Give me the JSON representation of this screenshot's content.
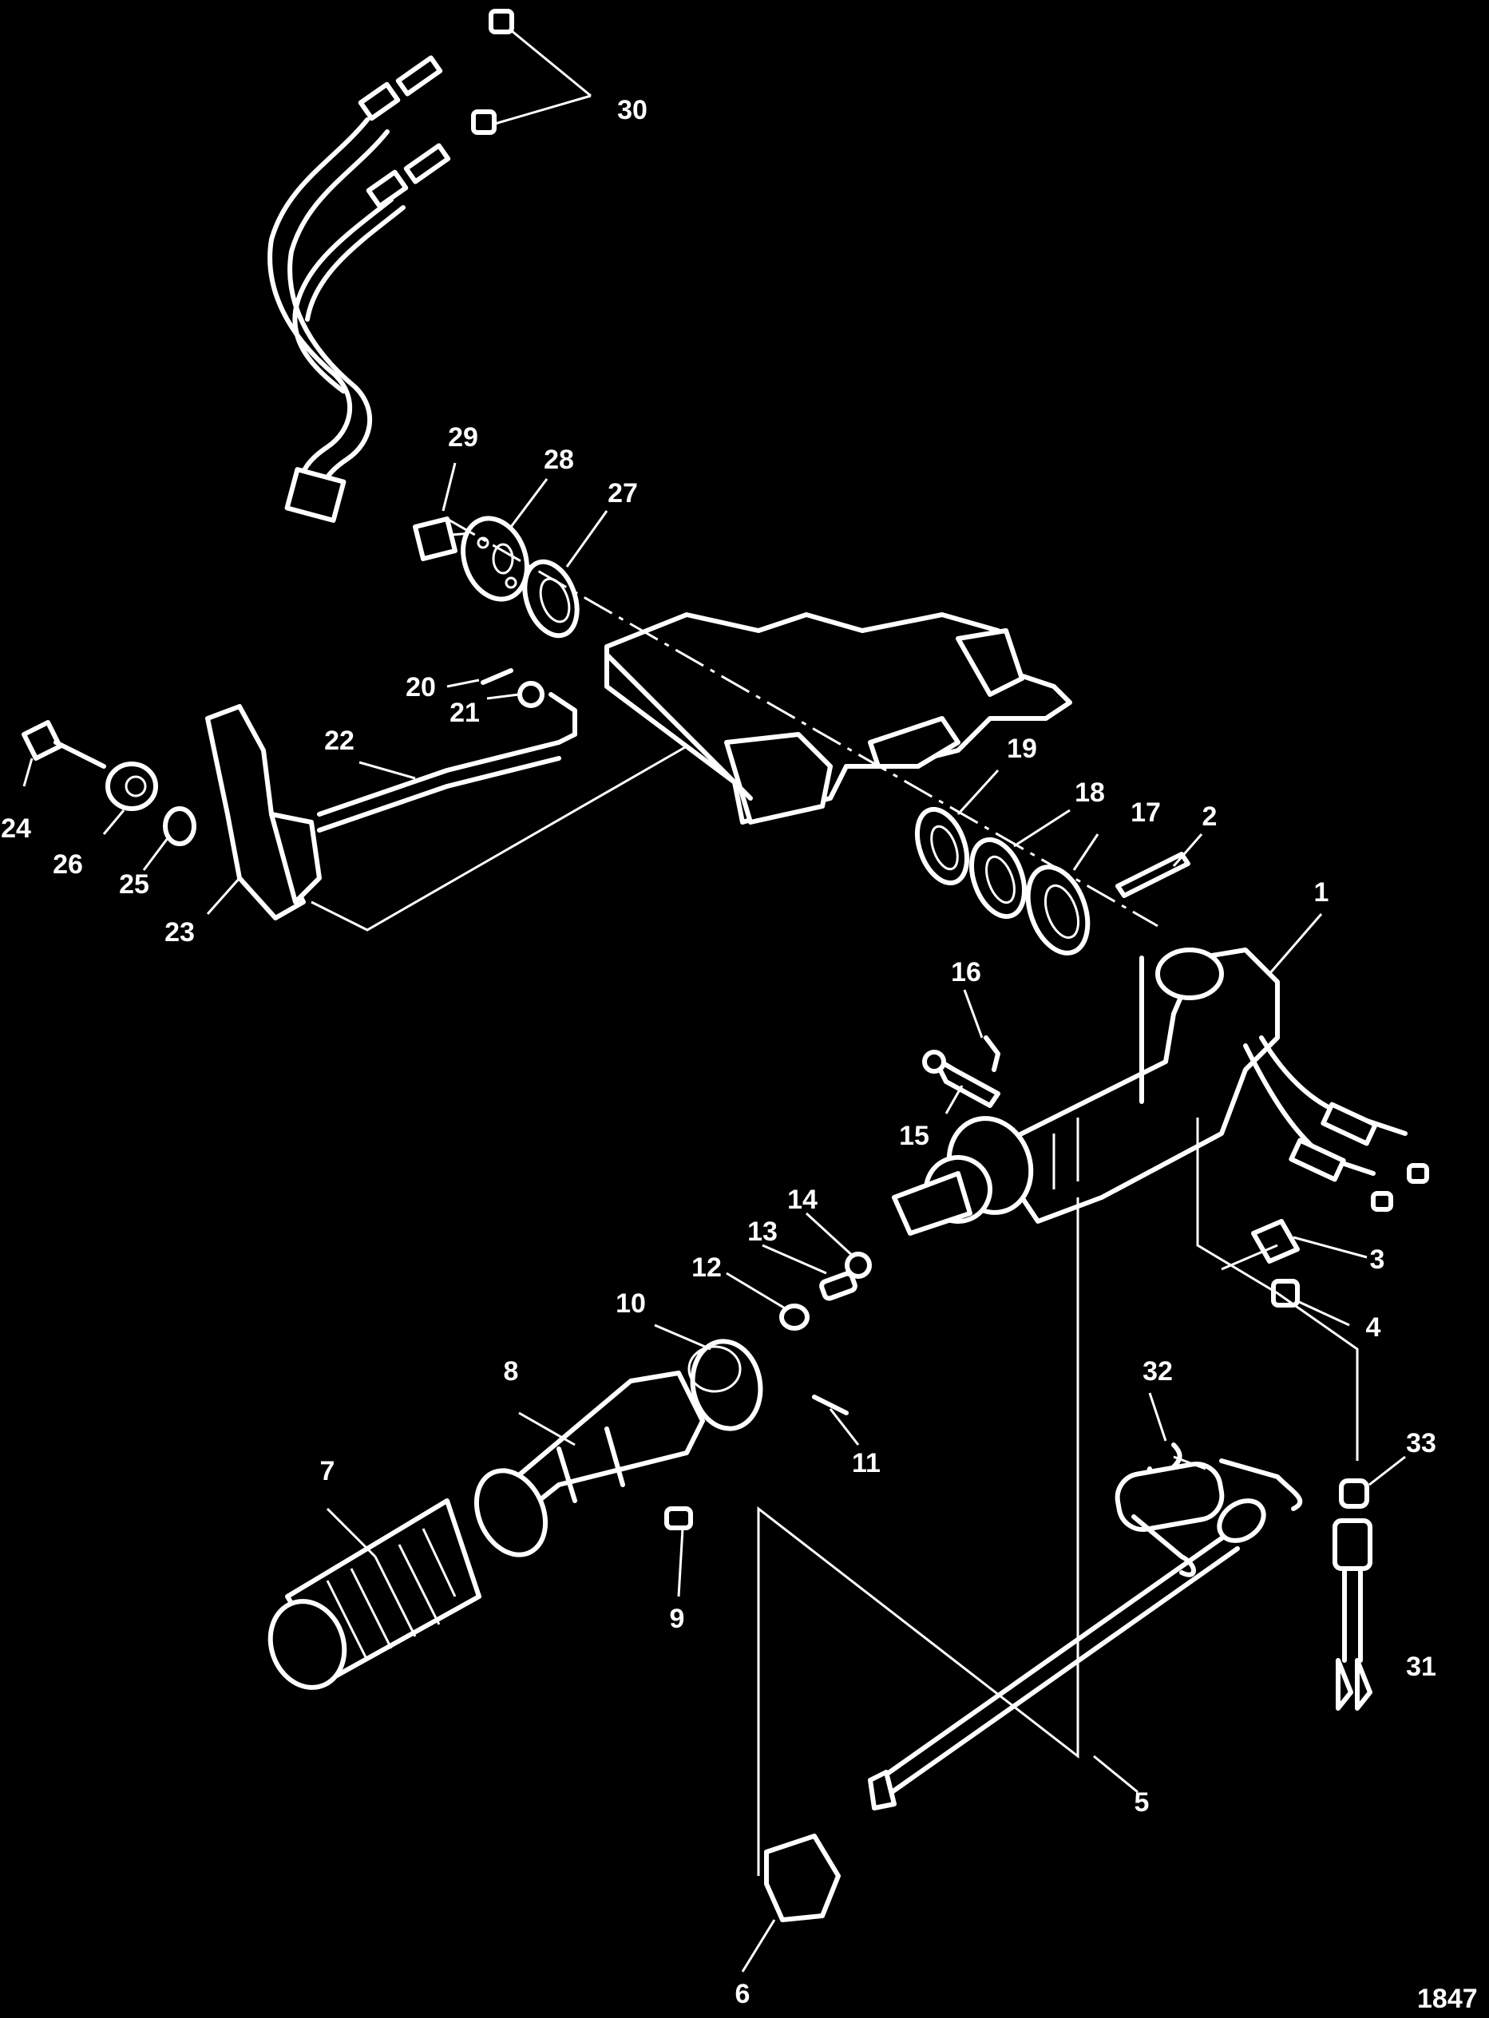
{
  "diagram": {
    "figure_number": "1847",
    "callouts": [
      "1",
      "2",
      "3",
      "4",
      "5",
      "6",
      "7",
      "8",
      "9",
      "10",
      "11",
      "12",
      "13",
      "14",
      "15",
      "16",
      "17",
      "18",
      "19",
      "20",
      "21",
      "22",
      "23",
      "24",
      "25",
      "26",
      "27",
      "28",
      "29",
      "30",
      "31",
      "32",
      "33"
    ]
  },
  "colors": {
    "background": "#000000",
    "line": "#ffffff"
  }
}
